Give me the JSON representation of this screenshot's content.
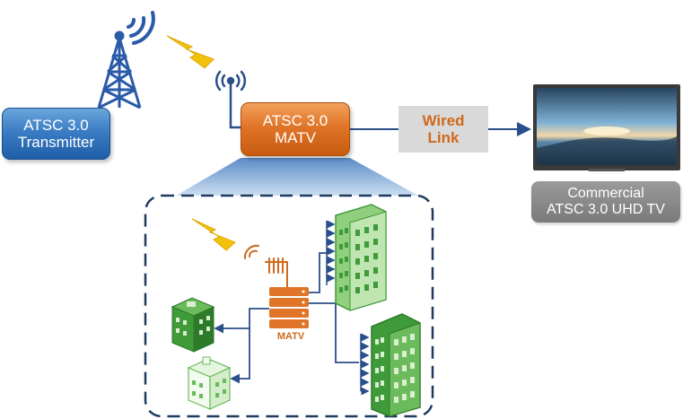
{
  "transmitter": {
    "line1": "ATSC 3.0",
    "line2": "Transmitter"
  },
  "matv": {
    "line1": "ATSC 3.0",
    "line2": "MATV"
  },
  "wired_link": {
    "line1": "Wired",
    "line2": "Link"
  },
  "tv": {
    "line1": "Commercial",
    "line2": "ATSC 3.0 UHD TV"
  },
  "inset": {
    "matv_label": "MATV"
  },
  "colors": {
    "tower_blue": "#2a5aa8",
    "matv_orange": "#e07528",
    "building_green": "#3f9a3a",
    "lightning_yellow": "#f2c20a",
    "link_gray": "#d9d9d9",
    "frame_navy": "#1f3a5f"
  }
}
